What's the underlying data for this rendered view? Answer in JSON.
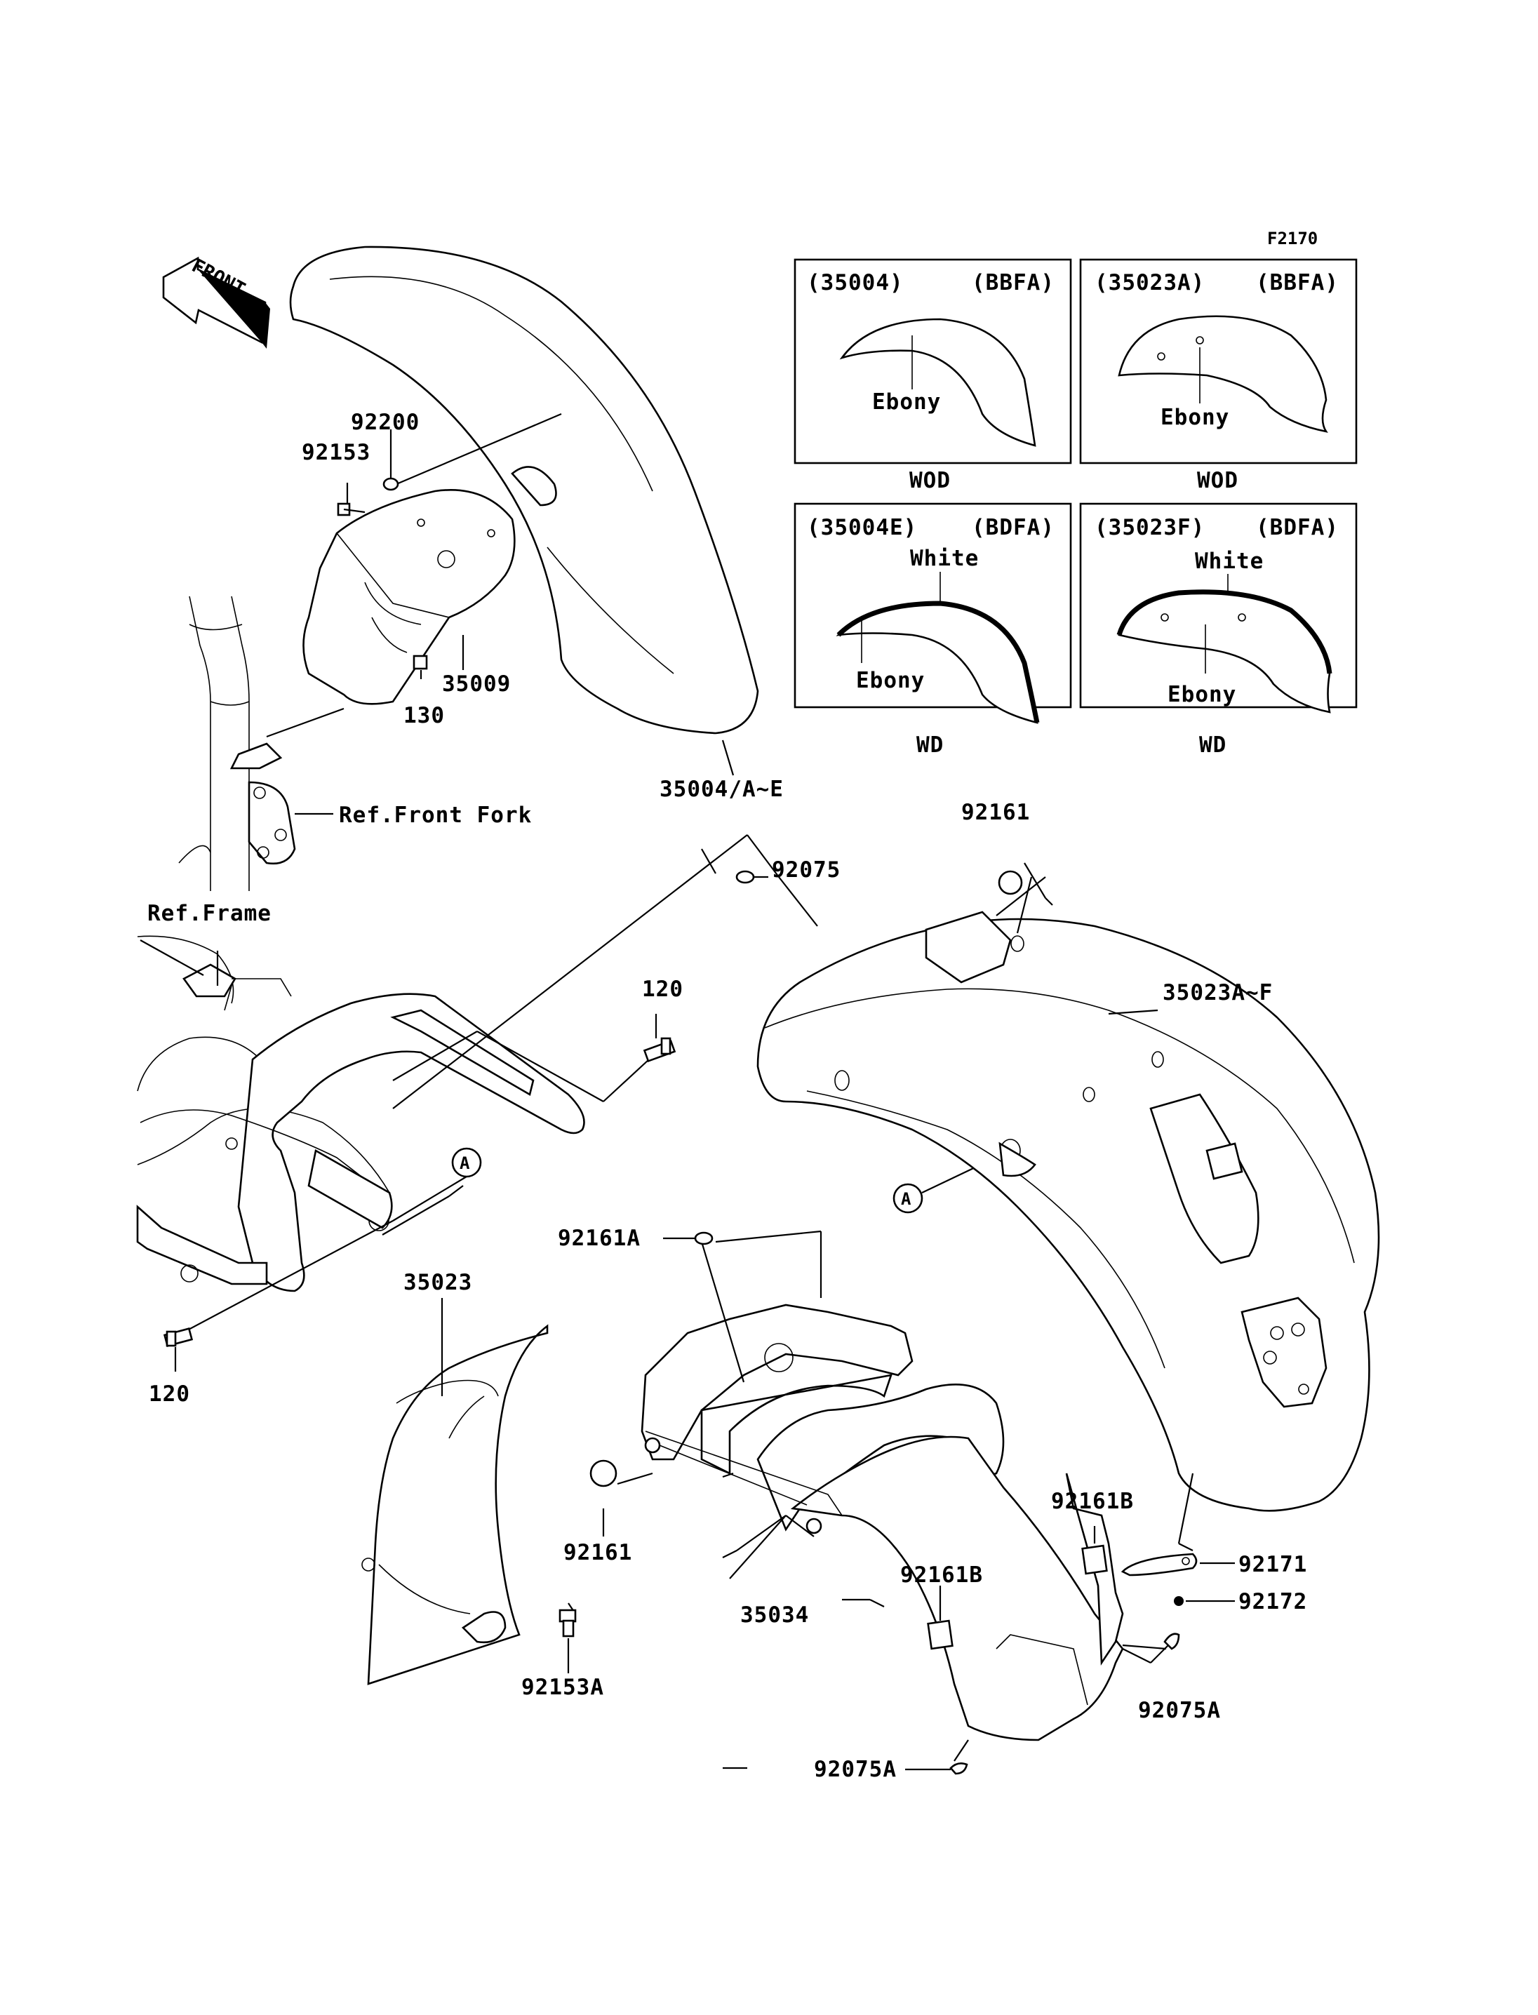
{
  "figure_code": "F2170",
  "front_badge": "FRONT",
  "insets": [
    {
      "part": "(35004)",
      "code": "(BBFA)",
      "colors": [
        "Ebony"
      ],
      "variant": "WOD"
    },
    {
      "part": "(35023A)",
      "code": "(BBFA)",
      "colors": [
        "Ebony"
      ],
      "variant": "WOD"
    },
    {
      "part": "(35004E)",
      "code": "(BDFA)",
      "colors": [
        "White",
        "Ebony"
      ],
      "variant": "WD"
    },
    {
      "part": "(35023F)",
      "code": "(BDFA)",
      "colors": [
        "White",
        "Ebony"
      ],
      "variant": "WD"
    }
  ],
  "callouts": {
    "p92200": "92200",
    "p92153": "92153",
    "p35009": "35009",
    "p130": "130",
    "p35004": "35004/A~E",
    "ref_front_fork": "Ref.Front Fork",
    "ref_frame": "Ref.Frame",
    "p92075": "92075",
    "p92161_top": "92161",
    "p35023A": "35023A~F",
    "p120_top": "120",
    "marker_a1": "A",
    "marker_a2": "A",
    "p92161A": "92161A",
    "p35023": "35023",
    "p120_bottom": "120",
    "p92161_mid": "92161",
    "p92161B_right": "92161B",
    "p92161B_left": "92161B",
    "p35034": "35034",
    "p92171": "92171",
    "p92172": "92172",
    "p92075A_right": "92075A",
    "p92153A": "92153A",
    "p92075A_bottom": "92075A"
  }
}
